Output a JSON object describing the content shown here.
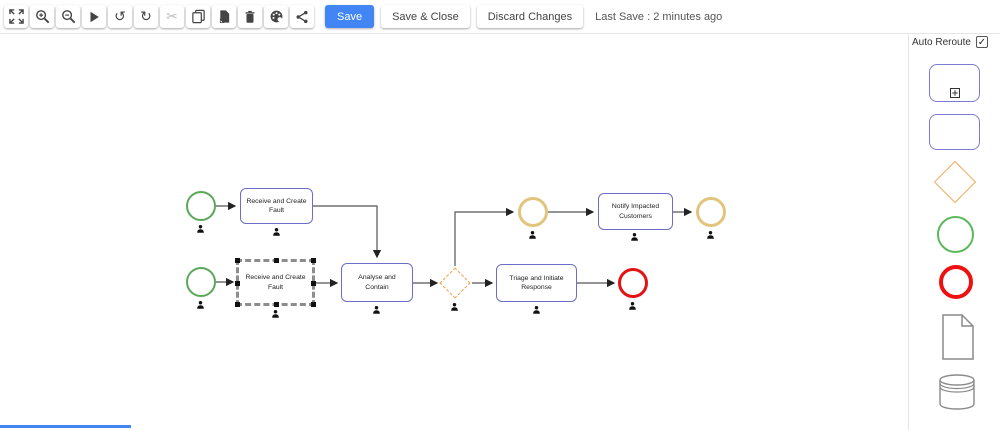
{
  "toolbar": {
    "icons": [
      "fit-screen",
      "zoom-in",
      "zoom-out",
      "play",
      "undo",
      "redo",
      "cut",
      "copy",
      "paste",
      "delete",
      "palette",
      "share"
    ],
    "save_label": "Save",
    "save_close_label": "Save & Close",
    "discard_label": "Discard Changes",
    "last_save": "Last Save : 2 minutes ago"
  },
  "sidebar": {
    "auto_reroute_label": "Auto Reroute",
    "auto_reroute_checked": true,
    "palette_items": [
      "subprocess",
      "task",
      "gateway",
      "start-event",
      "end-event",
      "document",
      "datastore"
    ]
  },
  "diagram": {
    "nodes": [
      {
        "id": "start-1",
        "type": "start-event",
        "label": ""
      },
      {
        "id": "task-receive-1",
        "type": "task",
        "label": "Receive and Create Fault"
      },
      {
        "id": "start-2",
        "type": "start-event",
        "label": ""
      },
      {
        "id": "task-receive-2",
        "type": "task",
        "label": "Receive and Create Fault",
        "selected": true
      },
      {
        "id": "task-analyse",
        "type": "task",
        "label": "Analyse and Contain"
      },
      {
        "id": "gateway-1",
        "type": "gateway",
        "label": ""
      },
      {
        "id": "task-triage",
        "type": "task",
        "label": "Triage and Initiate Response"
      },
      {
        "id": "end-1",
        "type": "end-event",
        "label": ""
      },
      {
        "id": "intermediate-1",
        "type": "intermediate-event",
        "label": ""
      },
      {
        "id": "task-notify",
        "type": "task",
        "label": "Notify Impacted Customers"
      },
      {
        "id": "intermediate-2",
        "type": "intermediate-event",
        "label": ""
      }
    ]
  },
  "colors": {
    "save_button": "#4285f4",
    "task_border": "#6d6dca",
    "start_event": "#5aa85a",
    "intermediate_event": "#e3c47c",
    "end_event": "#e41313",
    "gateway": "#f0a24c"
  }
}
